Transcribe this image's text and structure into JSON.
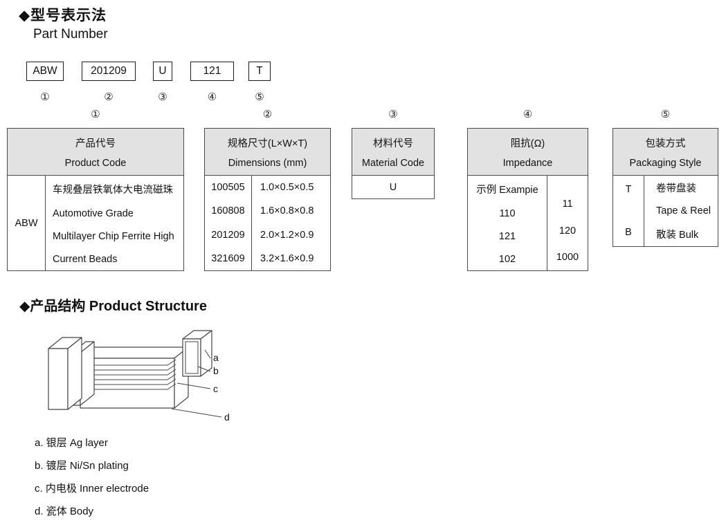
{
  "titles": {
    "part_number_zh": "◆型号表示法",
    "part_number_en": "Part Number",
    "structure": "◆产品结构 Product Structure"
  },
  "part_number": {
    "segments": [
      {
        "code": "ABW",
        "mark": "①"
      },
      {
        "code": "201209",
        "mark": "②"
      },
      {
        "code": "U",
        "mark": "③"
      },
      {
        "code": "121",
        "mark": "④"
      },
      {
        "code": "T",
        "mark": "⑤"
      }
    ]
  },
  "tables": {
    "product_code": {
      "mark": "①",
      "header_zh": "产品代号",
      "header_en": "Product Code",
      "code": "ABW",
      "desc_lines": [
        "车规叠层铁氧体大电流磁珠",
        "Automotive Grade",
        "Multilayer Chip Ferrite High",
        "Current Beads"
      ]
    },
    "dimensions": {
      "mark": "②",
      "header_zh": "规格尺寸(L×W×T)",
      "header_en": "Dimensions (mm)",
      "rows": [
        {
          "code": "100505",
          "size": "1.0×0.5×0.5"
        },
        {
          "code": "160808",
          "size": "1.6×0.8×0.8"
        },
        {
          "code": "201209",
          "size": "2.0×1.2×0.9"
        },
        {
          "code": "321609",
          "size": "3.2×1.6×0.9"
        }
      ]
    },
    "material": {
      "mark": "③",
      "header_zh": "材料代号",
      "header_en": "Material Code",
      "value": "U"
    },
    "impedance": {
      "mark": "④",
      "header_zh": "阻抗(Ω)",
      "header_en": "Impedance",
      "rows": [
        {
          "code": "示例 Exampie",
          "value": ""
        },
        {
          "code": "110",
          "value": "11"
        },
        {
          "code": "121",
          "value": "120"
        },
        {
          "code": "102",
          "value": "1000"
        }
      ]
    },
    "packaging": {
      "mark": "⑤",
      "header_zh": "包装方式",
      "header_en": "Packaging Style",
      "rows": [
        {
          "code": "T",
          "label": "卷带盘装"
        },
        {
          "code": "",
          "label": "Tape & Reel"
        },
        {
          "code": "B",
          "label": "散装 Bulk"
        }
      ]
    }
  },
  "structure": {
    "callouts": [
      "a",
      "b",
      "c",
      "d"
    ],
    "legend": [
      "a. 银层  Ag layer",
      "b. 镀层 Ni/Sn plating",
      "c. 内电极 Inner electrode",
      "d. 瓷体 Body"
    ]
  },
  "colors": {
    "table_header_bg": "#e2e2e2",
    "table_border": "#4a4a4a",
    "text": "#111111"
  }
}
